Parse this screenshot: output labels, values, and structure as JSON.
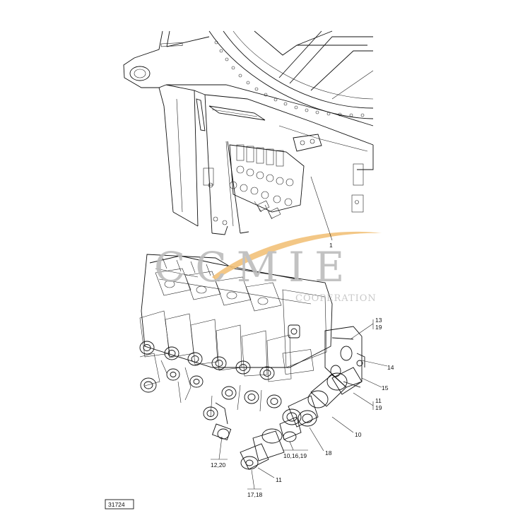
{
  "watermark": {
    "brand": "CCMIE",
    "subtitle": "COOPERATION",
    "swoosh_color": "#f2c27a",
    "text_color": "#bcbcbc"
  },
  "figure_id": "31724",
  "callouts": {
    "c1": "1",
    "c13_19_top": "13",
    "c13_19_bottom": "19",
    "c14": "14",
    "c15": "15",
    "c11_19_top": "11",
    "c11_19_bottom": "19",
    "c10": "10",
    "c18": "18",
    "c10_16_19": "10,16,19",
    "c12_20": "12,20",
    "c11": "11",
    "c17_18": "17,18"
  }
}
